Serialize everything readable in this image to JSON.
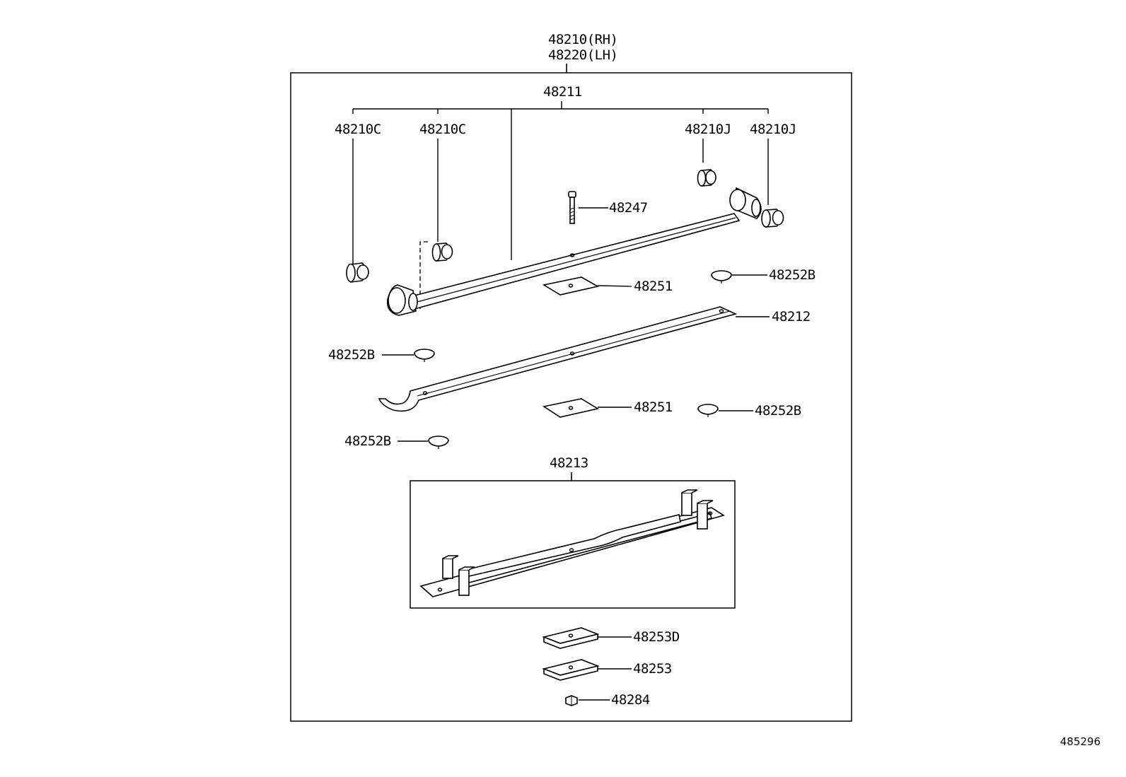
{
  "assembly": {
    "rh": "48210(RH)",
    "lh": "48220(LH)"
  },
  "parts": {
    "main_leaf": "48211",
    "bushing_c_left": "48210C",
    "bushing_c_right": "48210C",
    "bushing_j_left": "48210J",
    "bushing_j_right": "48210J",
    "center_bolt": "48247",
    "insert_upper": "48251",
    "insert_lower": "48251",
    "silencer_1": "48252B",
    "silencer_2": "48252B",
    "silencer_3": "48252B",
    "silencer_4": "48252B",
    "second_leaf": "48212",
    "leaf_sub_assembly": "48213",
    "spacer_d": "48253D",
    "spacer": "48253",
    "nut": "48284"
  },
  "figure_number": "485296",
  "colors": {
    "line": "#000000",
    "background": "#ffffff"
  }
}
